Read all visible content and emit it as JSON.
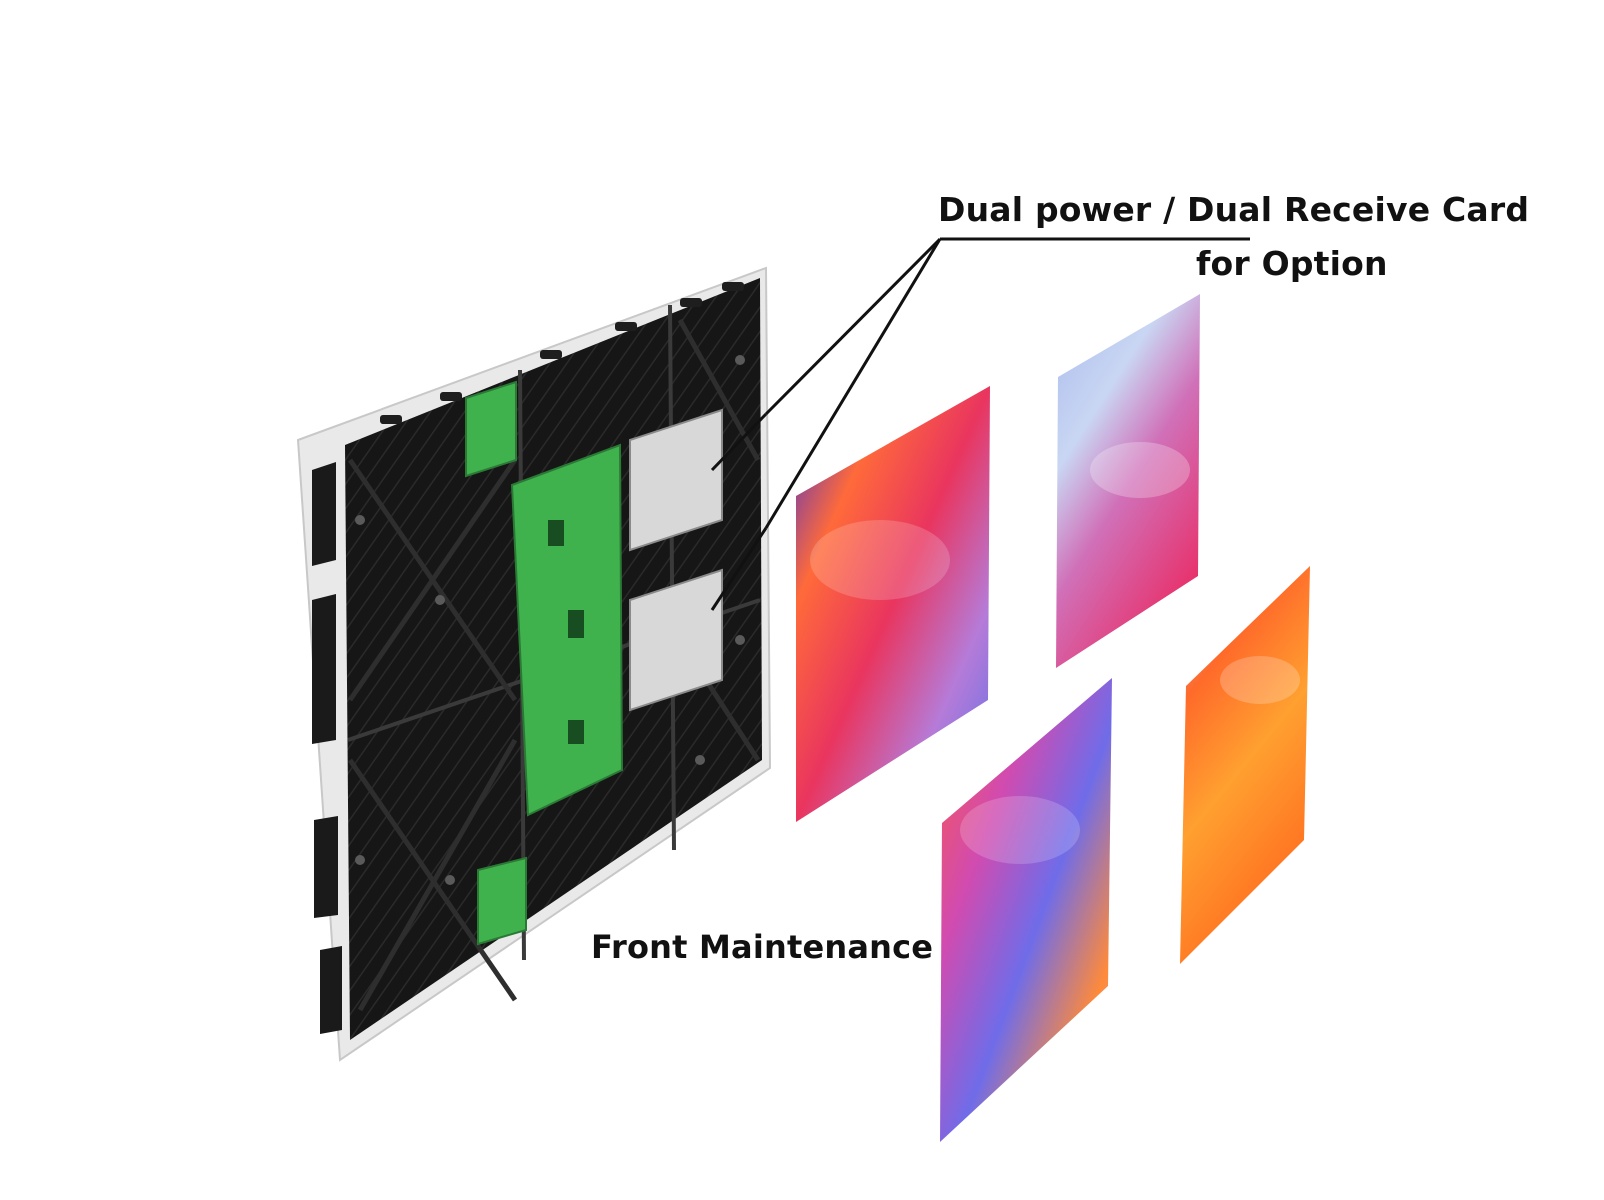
{
  "callouts": {
    "dual_line1": "Dual power / Dual Receive Card",
    "dual_line2": "for Option",
    "front": "Front Maintenance"
  },
  "colors": {
    "cabinet_frame": "#e9e9e9",
    "cabinet_back": "#141414",
    "pcb": "#3fb24e",
    "leader_line": "#111111"
  },
  "icons": [
    "led-cabinet",
    "led-module-panel"
  ]
}
